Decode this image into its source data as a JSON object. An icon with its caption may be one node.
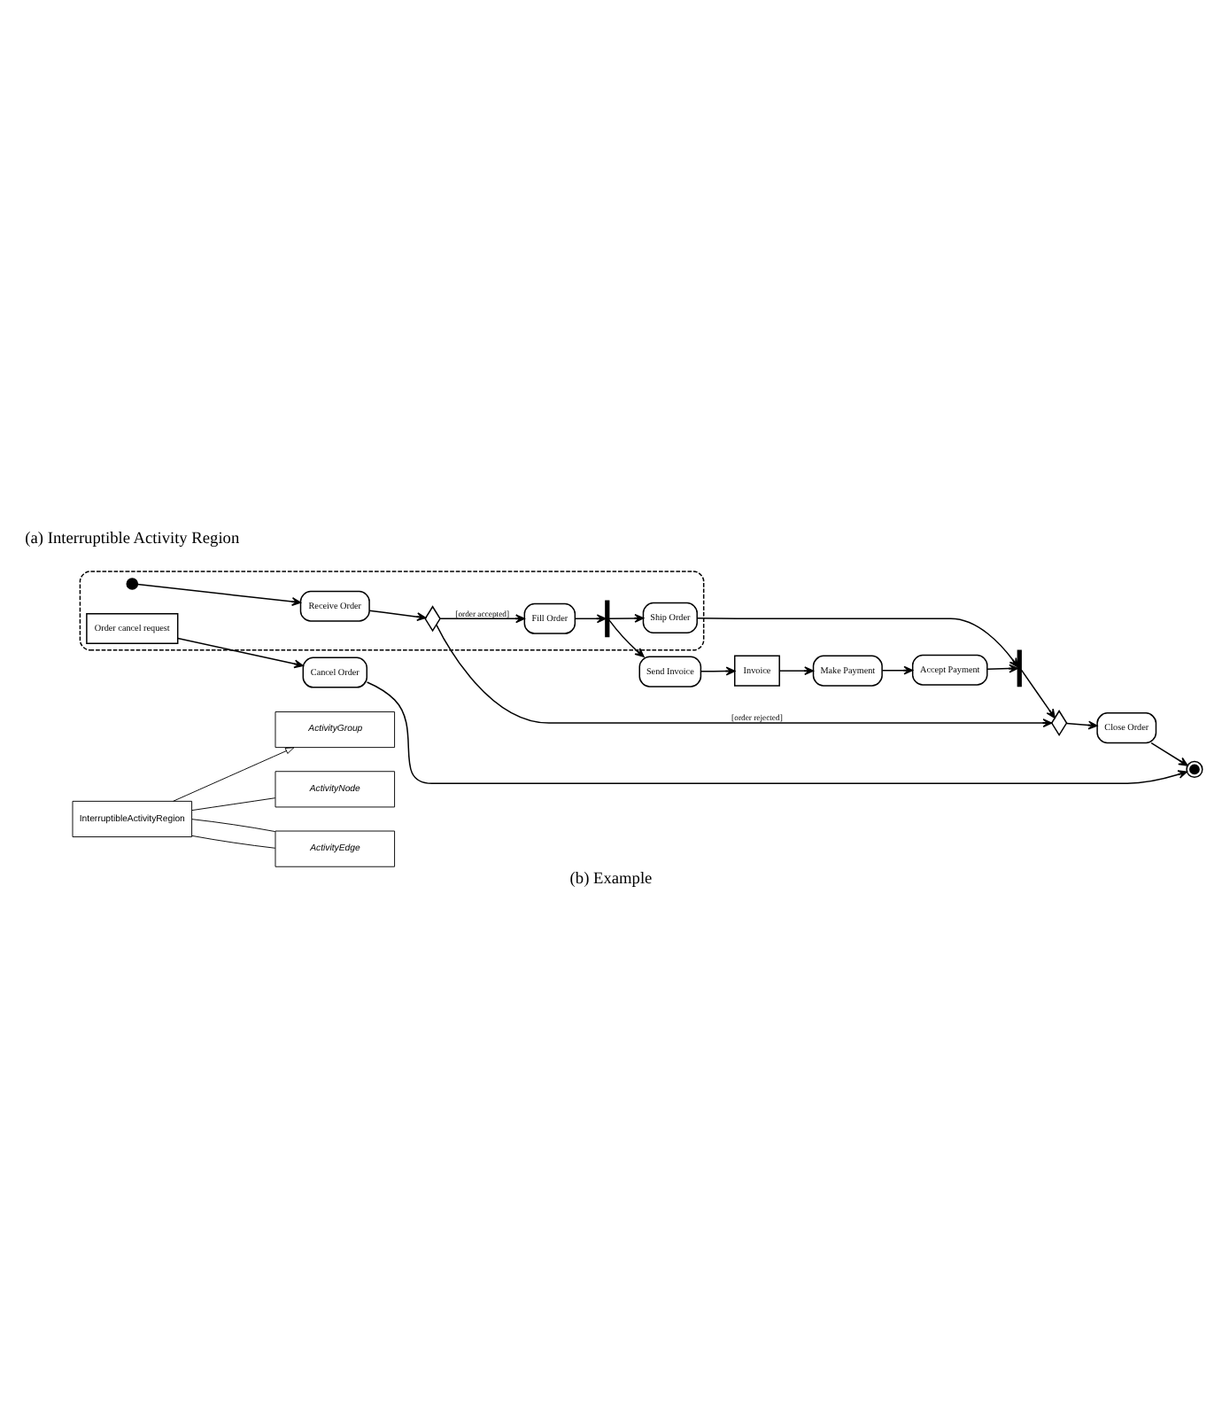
{
  "diagram": {
    "caption": "(b) Example",
    "nodes": [
      {
        "text": [
          "ActivityGroup"
        ]
      },
      {
        "text": [
          "InterruptibleActivityRegion"
        ]
      },
      {
        "text": [
          "ActivityNode"
        ]
      },
      {
        "text": [
          "ActivityEdge"
        ]
      },
      {
        "text": [],
        "shape": "box"
      },
      {
        "text": [],
        "shape": "circle",
        "in": 4
      },
      {
        "text": [
          "Receive Order"
        ],
        "in": 4
      },
      {
        "text": [],
        "shape": "diamond",
        "in": 4
      },
      {
        "text": [
          "Fill Order"
        ],
        "in": 4
      },
      {
        "text": [],
        "shape": "bar",
        "in": 4
      },
      {
        "text": [
          "Ship Order"
        ],
        "in": 4
      },
      {
        "text": [
          "Order cancel request"
        ],
        "in": 4
      },
      {
        "text": [
          "Cancel Order"
        ]
      },
      {
        "text": [],
        "shape": "bar"
      },
      {
        "text": [],
        "shape": "diamond"
      },
      {
        "text": [
          "Close Order"
        ]
      },
      {
        "text": [],
        "shape": "circle"
      },
      {
        "text": [
          "Send Invoice"
        ]
      },
      {
        "text": [
          "Invoice"
        ]
      },
      {
        "text": [
          "Make Payment"
        ]
      },
      {
        "text": [
          "Accept Payment"
        ]
      }
    ],
    "edges": [
      {
        "from": 1,
        "to": 0,
        "arrow": "to"
      },
      {
        "from": 1,
        "to": 2,
        "arrow": "none"
      },
      {
        "from": 1,
        "to": 3,
        "arrow": "none"
      },
      {
        "from": 1,
        "to": 3,
        "arrow": "none"
      },
      {
        "from": 5,
        "to": 6,
        "arrow": "to"
      },
      {
        "from": 6,
        "to": 7,
        "arrow": "to"
      },
      {
        "from": 7,
        "to": 14,
        "label": "[order rejected]",
        "arrow": "to"
      },
      {
        "from": 7,
        "to": 8,
        "label": "[order accepted]",
        "arrow": "to"
      },
      {
        "from": 8,
        "to": 9,
        "arrow": "to"
      },
      {
        "from": 9,
        "to": 10,
        "arrow": "to"
      },
      {
        "from": 9,
        "to": 17,
        "arrow": "to"
      },
      {
        "from": 11,
        "to": 12,
        "arrow": "to"
      },
      {
        "from": 10,
        "to": 13,
        "arrow": "to"
      },
      {
        "from": 20,
        "to": 13,
        "arrow": "to"
      },
      {
        "from": 13,
        "to": 14,
        "arrow": "to"
      },
      {
        "from": 14,
        "to": 15,
        "arrow": "to"
      },
      {
        "from": 15,
        "to": 16,
        "arrow": "to"
      },
      {
        "from": 12,
        "to": 16,
        "arrow": "to"
      },
      {
        "from": 17,
        "to": 18,
        "arrow": "to"
      },
      {
        "from": 18,
        "to": 19,
        "arrow": "to"
      },
      {
        "from": 19,
        "to": 20,
        "arrow": "to"
      }
    ],
    "labels": [
      "(a) Interruptible Activity Region"
    ]
  }
}
